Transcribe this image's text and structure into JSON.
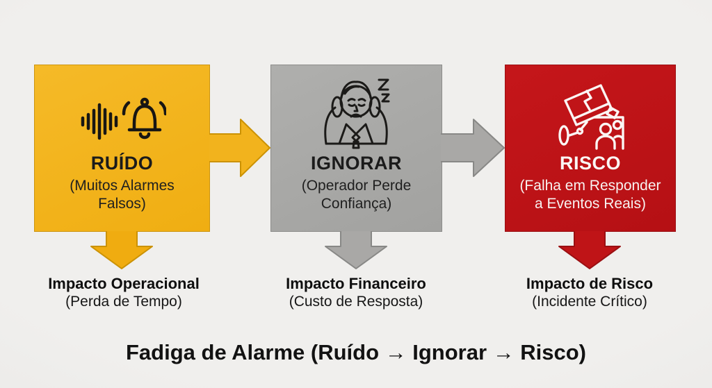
{
  "caption": "Fadiga de Alarme (Ruído → Ignorar → Risco)",
  "colors": {
    "background": "#EDECEA",
    "stage_noise_yellow": "#F2B31D",
    "stage_ignore_gray": "#A9A8A6",
    "stage_risk_red": "#BF1417",
    "dark_text": "#1B1B1B",
    "light_text": "#FBF7F5"
  },
  "stages": [
    {
      "name": "RUÍDO",
      "subtitle_lines": [
        "(Muitos Alarmes",
        "Falsos)"
      ],
      "icon": "sound-wave-bell-icon",
      "impact": {
        "title": "Impacto Operacional",
        "subtitle": "(Perda de Tempo)"
      }
    },
    {
      "name": "IGNORAR",
      "subtitle_lines": [
        "(Operador Perde",
        "Confiança)"
      ],
      "icon": "fatigued-operator-icon",
      "impact": {
        "title": "Impacto Financeiro",
        "subtitle": "(Custo de Resposta)"
      }
    },
    {
      "name": "RISCO",
      "subtitle_lines": [
        "(Falha em Responder",
        "a Eventos Reais)"
      ],
      "icon": "broken-camera-people-icon",
      "impact": {
        "title": "Impacto de Risco",
        "subtitle": "(Incidente Crítico)"
      }
    }
  ]
}
